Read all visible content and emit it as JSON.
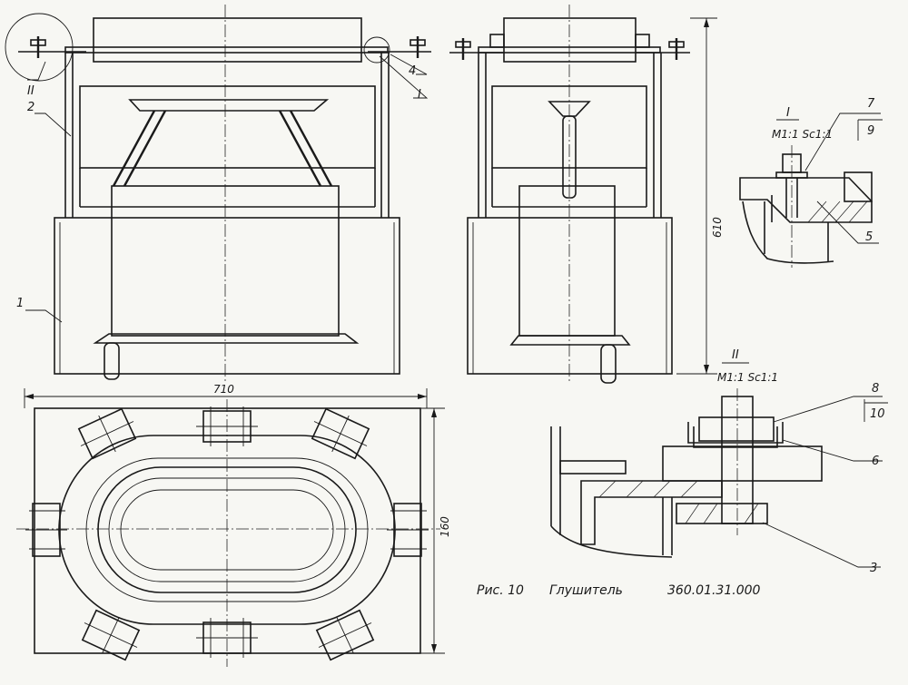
{
  "drawing": {
    "caption_fig": "Рис. 10",
    "caption_title": "Глушитель",
    "drawing_number": "360.01.31.000",
    "part_labels": [
      "1",
      "2",
      "3",
      "4",
      "5",
      "6",
      "7",
      "8",
      "9",
      "10"
    ],
    "view_labels": {
      "detail_1": "I",
      "detail_2": "II",
      "detail_1_scale": "М1:1 Sc1:1",
      "detail_2_scale": "М1:1 Sc1:1"
    },
    "dimensions": {
      "width": "710",
      "depth": "160",
      "height": "610"
    }
  }
}
